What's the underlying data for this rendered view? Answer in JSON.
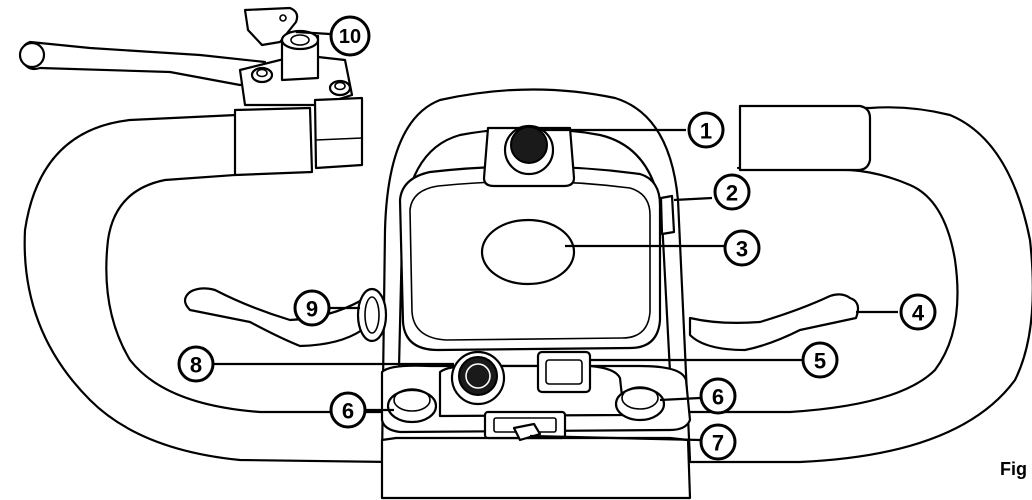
{
  "callouts": [
    {
      "number": "1"
    },
    {
      "number": "2"
    },
    {
      "number": "3"
    },
    {
      "number": "4"
    },
    {
      "number": "5"
    },
    {
      "number": "6"
    },
    {
      "number": "6"
    },
    {
      "number": "7"
    },
    {
      "number": "8"
    },
    {
      "number": "9"
    },
    {
      "number": "10"
    }
  ],
  "figure_label": "Fig"
}
